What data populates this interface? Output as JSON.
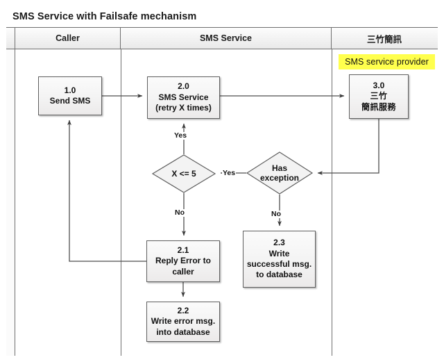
{
  "diagram": {
    "title": "SMS Service with Failsafe mechanism",
    "type": "flowchart-swimlane"
  },
  "lanes": [
    {
      "id": "caller",
      "label": "Caller"
    },
    {
      "id": "sms-service",
      "label": "SMS Service"
    },
    {
      "id": "vendor",
      "label": "三竹簡訊"
    }
  ],
  "annotation": {
    "highlight_text": "SMS service provider",
    "highlight_color": "#ffff4d"
  },
  "nodes": {
    "n10": {
      "num": "1.0",
      "line1": "Send SMS",
      "lane": "caller"
    },
    "n20": {
      "num": "2.0",
      "line1": "SMS Service",
      "line2": "(retry X times)",
      "lane": "sms-service"
    },
    "n30": {
      "num": "3.0",
      "line1": "三竹",
      "line2": "簡訊服務",
      "lane": "vendor"
    },
    "n21": {
      "num": "2.1",
      "line1": "Reply Error to",
      "line2": "caller",
      "lane": "sms-service"
    },
    "n22": {
      "num": "2.2",
      "line1": "Write error msg.",
      "line2": "into database",
      "lane": "sms-service"
    },
    "n23": {
      "num": "2.3",
      "line1": "Write",
      "line2": "successful msg.",
      "line3": "to database",
      "lane": "sms-service"
    }
  },
  "decisions": {
    "d1": {
      "line1": "X <= 5",
      "lane": "sms-service"
    },
    "d2": {
      "line1": "Has",
      "line2": "exception",
      "lane": "sms-service"
    }
  },
  "edge_labels": {
    "yes_up": "Yes",
    "no_left": "No",
    "yes_mid": "Yes",
    "no_right": "No"
  },
  "colors": {
    "node_border": "#5f5f5f",
    "node_fill": "#f4f4f4",
    "frame_border": "#6e6e6e",
    "lane_header_fill": "#f2f2f2",
    "connector": "#4d4d4d",
    "highlight": "#ffff4d",
    "text": "#111111"
  }
}
